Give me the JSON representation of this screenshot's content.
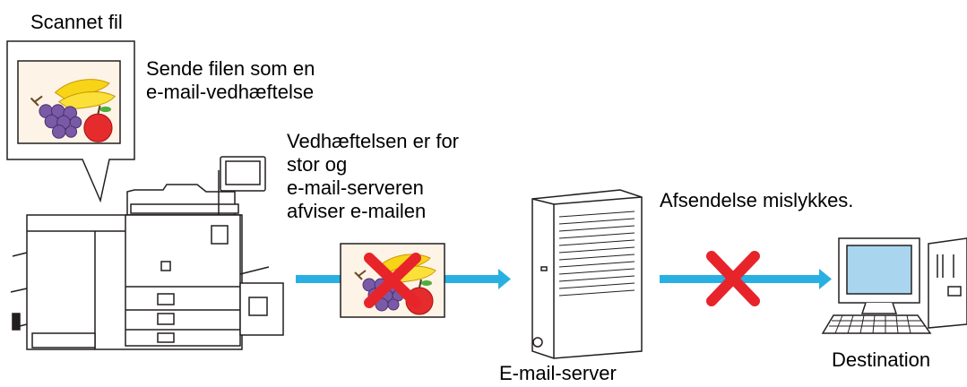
{
  "labels": {
    "scanned_file": "Scannet fil",
    "send_line1": "Sende filen som en",
    "send_line2": "e-mail-vedhæftelse",
    "reject_line1": "Vedhæftelsen er for",
    "reject_line2": "stor og",
    "reject_line3": "e-mail-serveren",
    "reject_line4": "afviser e-mailen",
    "failed": "Afsendelse mislykkes.",
    "server": "E-mail-server",
    "destination": "Destination"
  },
  "colors": {
    "arrow": "#29b0e3",
    "cross": "#e8242b",
    "outline": "#231f20",
    "screen": "#a9d5ee",
    "frame_bg": "#fdf3e6"
  },
  "icons": [
    "printer-icon",
    "speech-bubble-icon",
    "image-icon",
    "server-icon",
    "computer-icon",
    "cross-icon",
    "arrow-icon"
  ]
}
